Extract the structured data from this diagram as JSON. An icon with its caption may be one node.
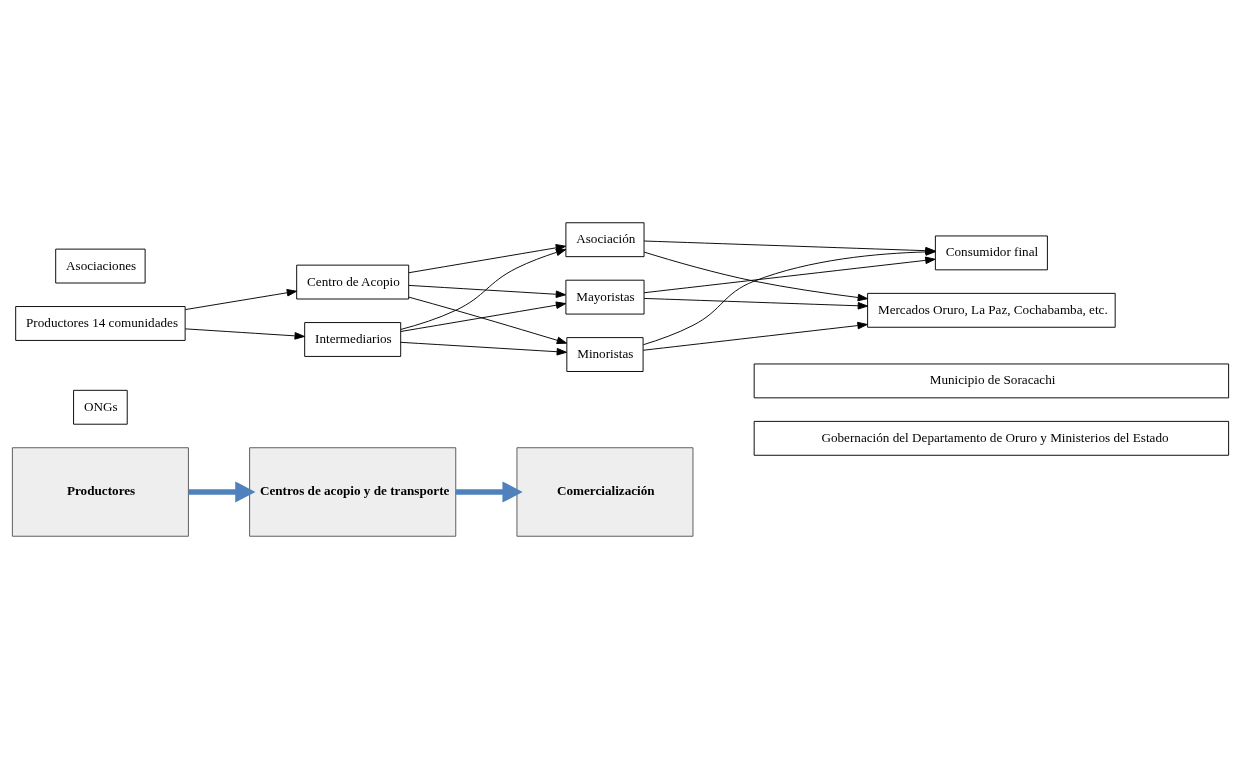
{
  "diagram": {
    "nodes": [
      {
        "text": [
          "Productores"
        ]
      },
      {
        "text": [
          "Centros de acopio y de transporte"
        ]
      },
      {
        "text": [
          "Comercialización"
        ]
      },
      {
        "text": [
          "Productores 14 comunidades"
        ]
      },
      {
        "text": [
          "Asociaciones"
        ]
      },
      {
        "text": [
          "ONGs"
        ]
      },
      {
        "text": [
          "Centro de Acopio"
        ]
      },
      {
        "text": [
          "Intermediarios"
        ]
      },
      {
        "text": [
          "Asociación"
        ]
      },
      {
        "text": [
          "Mayoristas"
        ]
      },
      {
        "text": [
          "Minoristas"
        ]
      },
      {
        "text": [
          "Consumidor final"
        ]
      },
      {
        "text": [
          "Mercados Oruro, La Paz, Cochabamba, etc."
        ]
      },
      {
        "text": [
          "Municipio de Soracachi"
        ]
      },
      {
        "text": [
          "Gobernación del Departamento de Oruro y Ministerios del Estado"
        ]
      }
    ],
    "edges": [
      {
        "from": 0,
        "to": 1,
        "arrow": "to",
        "style": "thick",
        "color": "#4f81bd"
      },
      {
        "from": 1,
        "to": 2,
        "arrow": "to",
        "style": "thick",
        "color": "#4f81bd"
      },
      {
        "from": 3,
        "to": 6,
        "arrow": "to"
      },
      {
        "from": 3,
        "to": 7,
        "arrow": "to"
      },
      {
        "from": 6,
        "to": 8,
        "arrow": "to"
      },
      {
        "from": 6,
        "to": 9,
        "arrow": "to"
      },
      {
        "from": 6,
        "to": 10,
        "arrow": "to"
      },
      {
        "from": 7,
        "to": 8,
        "arrow": "to"
      },
      {
        "from": 7,
        "to": 9,
        "arrow": "to"
      },
      {
        "from": 7,
        "to": 10,
        "arrow": "to"
      },
      {
        "from": 8,
        "to": 11,
        "arrow": "to"
      },
      {
        "from": 8,
        "to": 12,
        "arrow": "to"
      },
      {
        "from": 9,
        "to": 11,
        "arrow": "to"
      },
      {
        "from": 9,
        "to": 12,
        "arrow": "to"
      },
      {
        "from": 10,
        "to": 11,
        "arrow": "to"
      },
      {
        "from": 10,
        "to": 12,
        "arrow": "to"
      }
    ]
  }
}
